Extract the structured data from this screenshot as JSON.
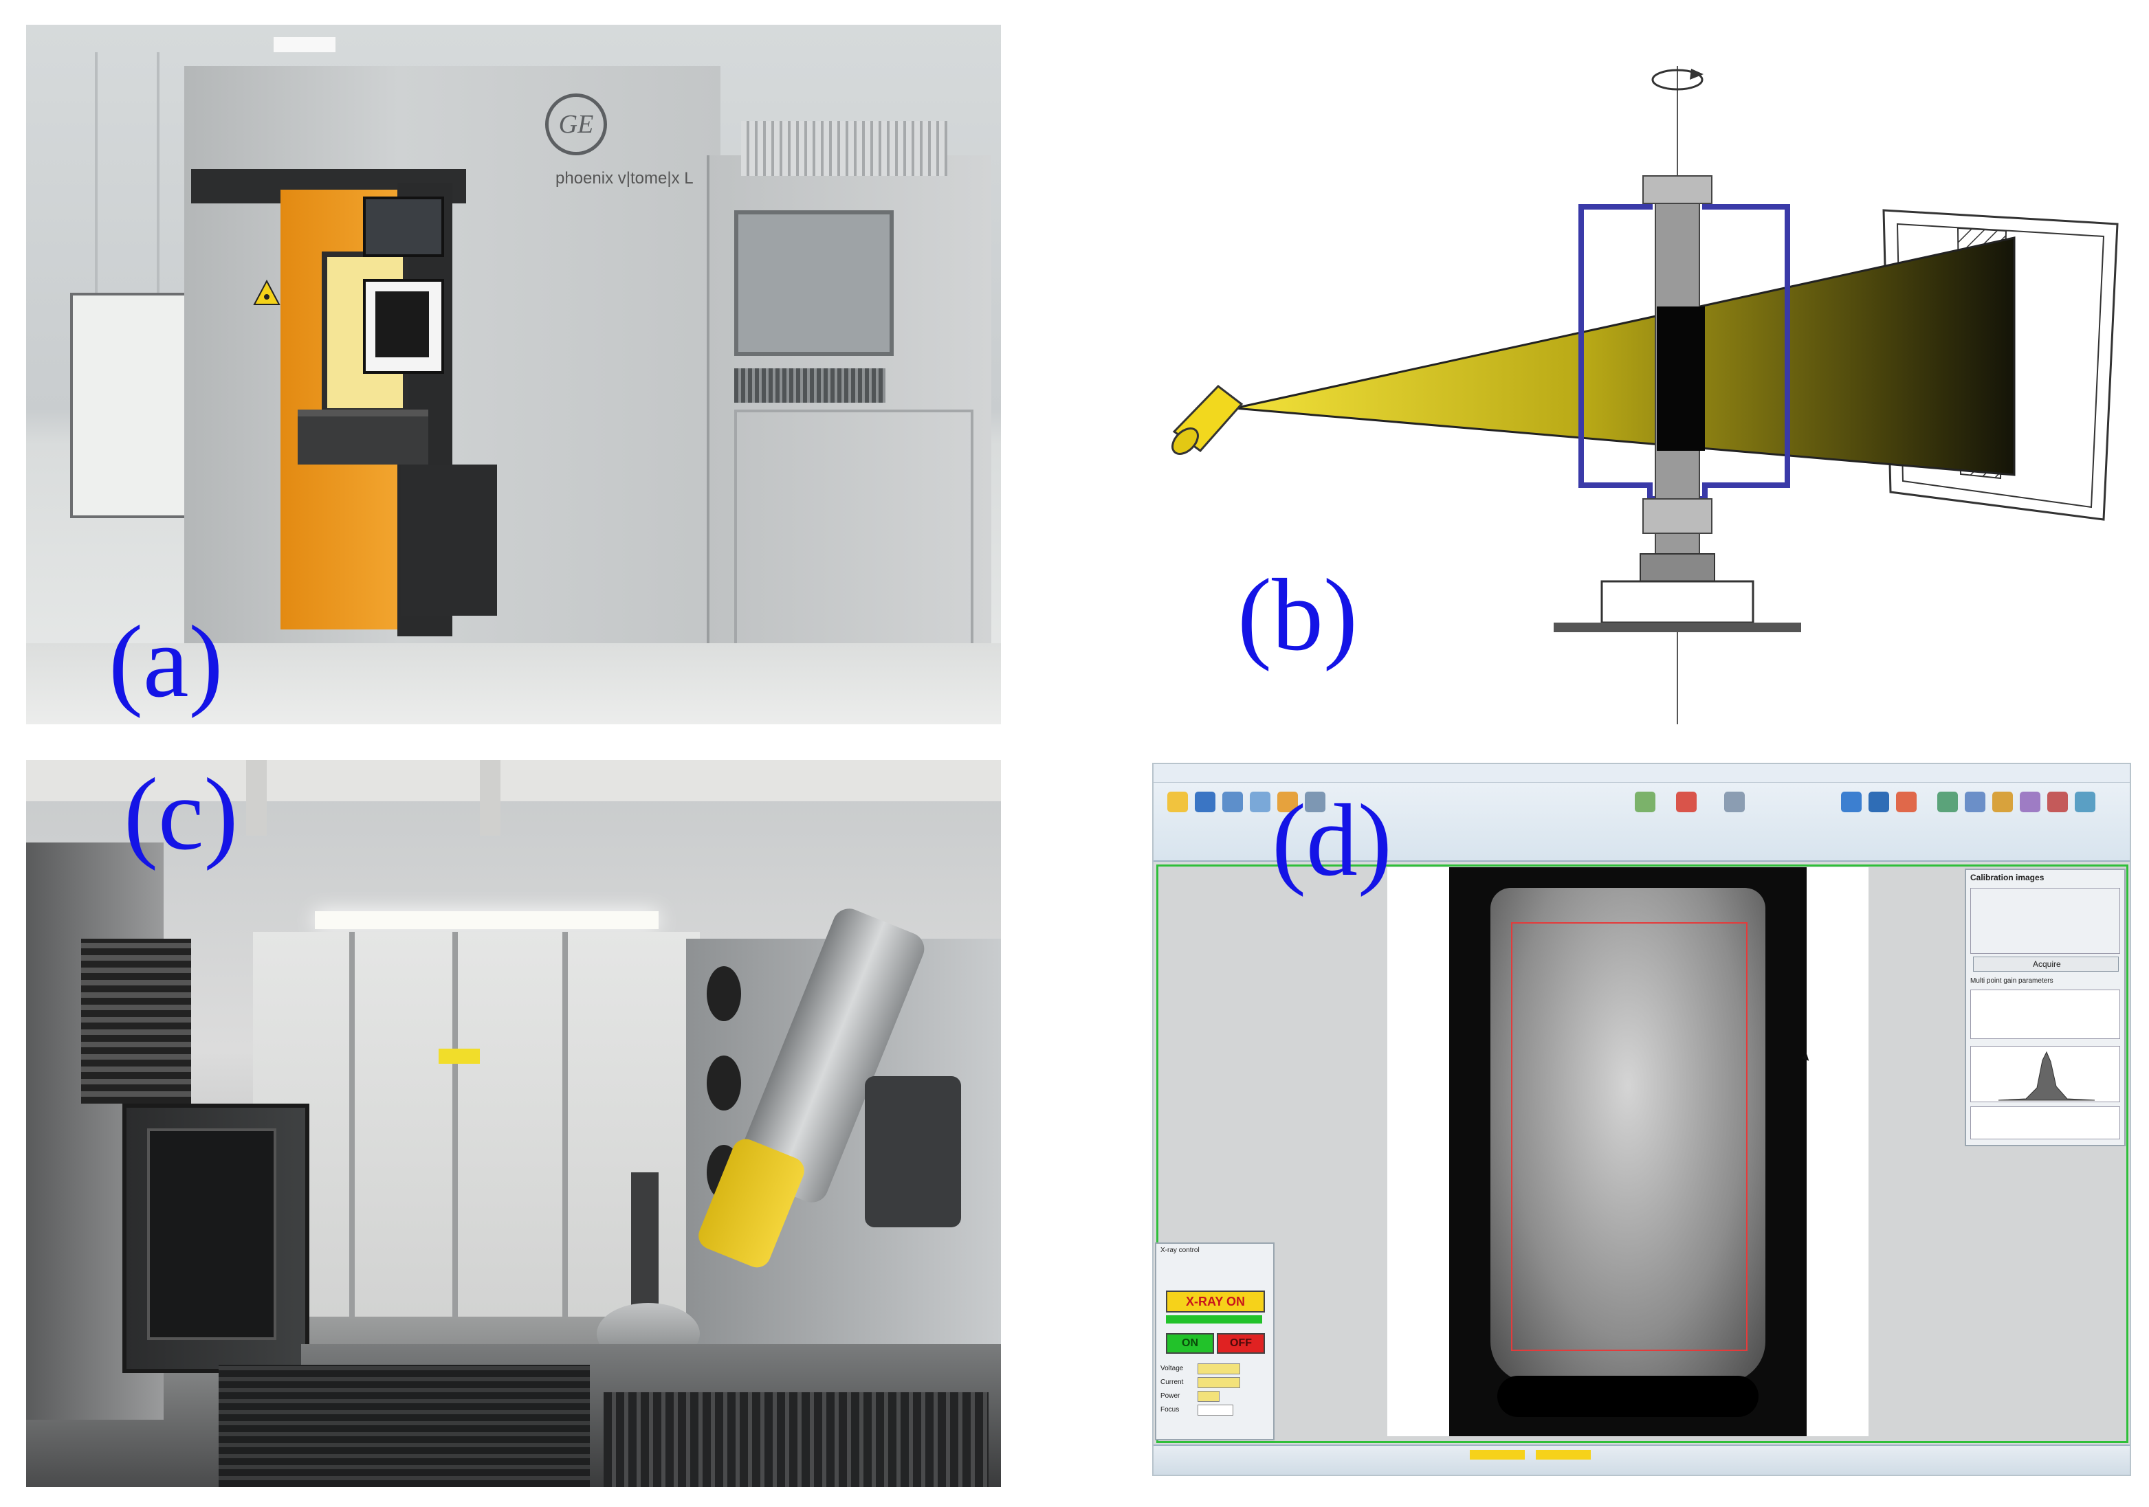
{
  "panels": {
    "a": {
      "label": "(a)",
      "brand_logo_text": "GE",
      "product_text": "phoenix v|tome|x L"
    },
    "b": {
      "label": "(b)"
    },
    "c": {
      "label": "(c)"
    },
    "d": {
      "label": "(d)",
      "calibration_title": "Calibration images",
      "acquire_label": "Acquire",
      "multipoint_title": "Multi point gain parameters",
      "xray_control_title": "X-ray control",
      "xray_on_label": "X-RAY ON",
      "on_label": "ON",
      "off_label": "OFF",
      "voltage_label": "Voltage",
      "current_label": "Current",
      "power_label": "Power",
      "focus_label": "Focus"
    }
  },
  "colors": {
    "label_blue": "#1414e6",
    "machine_orange": "#f0a12a",
    "cabinet_gray": "#c4c6c7",
    "beam_start": "#f3e23a",
    "beam_end": "#141408",
    "fixture_blue": "#3a3aa8",
    "xray_on_yellow": "#f6d21a",
    "on_green": "#22c22a",
    "off_red": "#e02222",
    "frame_green": "#2fbf3a",
    "roi_red": "#e43b3b"
  },
  "icons": [
    "ge-logo-icon",
    "rotation-arrow-icon",
    "xray-source-icon",
    "radiation-warning-icon",
    "mouse-cursor-icon"
  ]
}
